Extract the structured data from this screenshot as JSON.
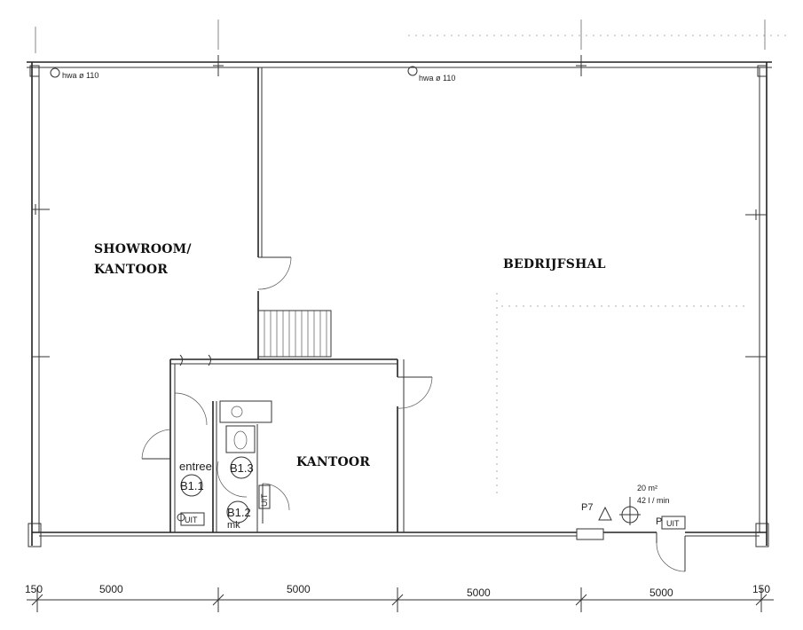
{
  "rooms": {
    "showroom_line1": "SHOWROOM/",
    "showroom_line2": "KANTOOR",
    "bedrijfshal": "BEDRIJFSHAL",
    "kantoor": "KANTOOR"
  },
  "notes": {
    "hwa_left": "hwa ø 110",
    "hwa_right": "hwa ø 110",
    "entree": "entree",
    "b11": "B1.1",
    "b12": "B1.2",
    "b13": "B1.3",
    "mk": "mk",
    "uit_left": "UIT",
    "uit_right": "UIT",
    "uit_vertical": "UIT",
    "p7": "P7",
    "area": "20 m²",
    "flow": "42 l / min",
    "p_label": "P"
  },
  "dimensions": {
    "edge_left": "150",
    "edge_right": "150",
    "span1": "5000",
    "span2": "5000",
    "span3": "5000",
    "span4": "5000"
  }
}
